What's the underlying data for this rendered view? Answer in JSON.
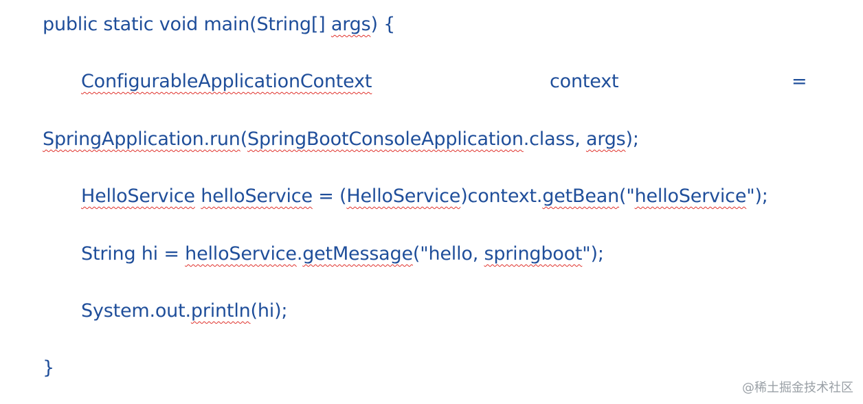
{
  "code": {
    "line1": {
      "a": "public static void main(String[] ",
      "b": "args",
      "c": ") {"
    },
    "line2": {
      "type": "ConfigurableApplicationContext",
      "var": "context",
      "eq": "="
    },
    "line3": {
      "a": "SpringApplication.run",
      "b": "(",
      "c": "SpringBootConsoleApplication",
      "d": ".class, ",
      "e": "args",
      "f": ");"
    },
    "line4": {
      "a": "HelloService",
      "b": " ",
      "c": "helloService",
      "d": " = (",
      "e": "HelloService",
      "f": ")context.",
      "g": "getBean",
      "h": "(\"",
      "i": "helloService",
      "j": "\");"
    },
    "line5": {
      "a": "String hi = ",
      "b": "helloService",
      "c": ".",
      "d": "getMessage",
      "e": "(\"hello, ",
      "f": "springboot",
      "g": "\");"
    },
    "line6": {
      "a": "System.out.",
      "b": "println",
      "c": "(hi);"
    },
    "line7": {
      "a": "}"
    }
  },
  "watermark": "@稀土掘金技术社区"
}
